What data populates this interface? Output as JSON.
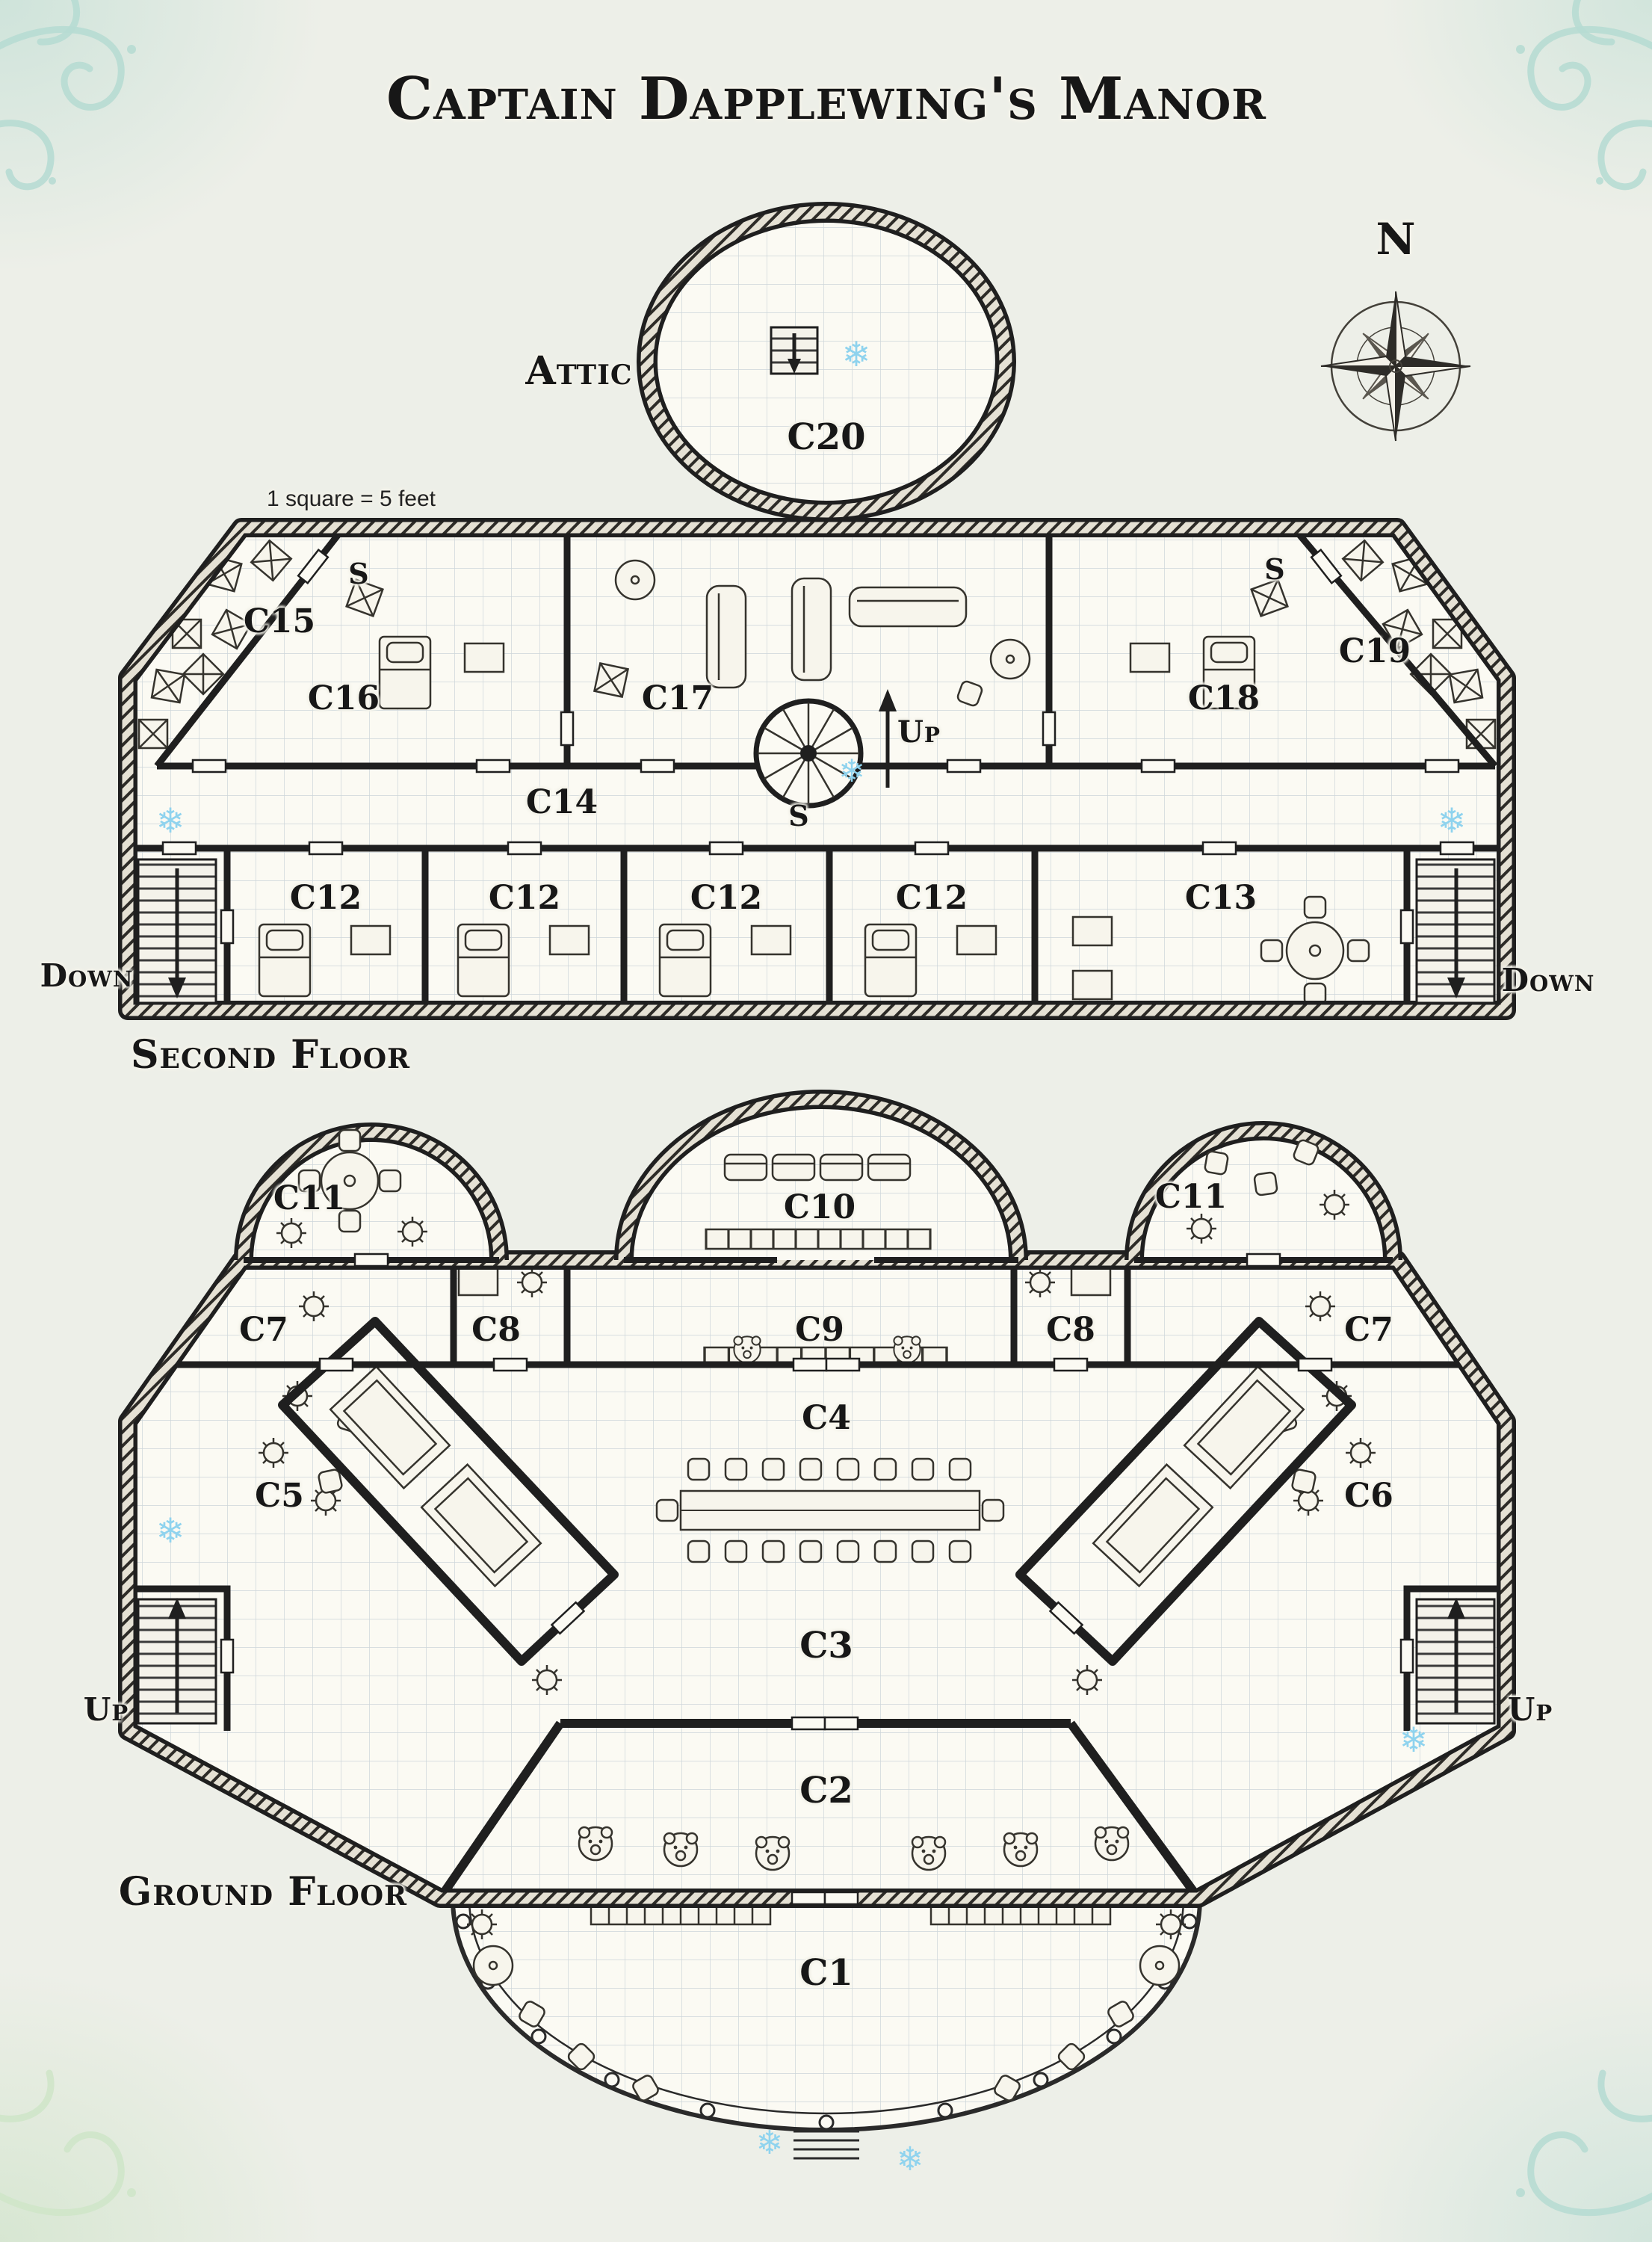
{
  "title": "Captain Dapplewing's Manor",
  "scale_note": "1 square = 5 feet",
  "compass": {
    "north": "N"
  },
  "floors": {
    "attic": "Attic",
    "second": "Second Floor",
    "ground": "Ground Floor"
  },
  "stairs": {
    "up": "Up",
    "down": "Down"
  },
  "secret_door": "S",
  "rooms": {
    "c1": "C1",
    "c2": "C2",
    "c3": "C3",
    "c4": "C4",
    "c5": "C5",
    "c6": "C6",
    "c7": "C7",
    "c8": "C8",
    "c9": "C9",
    "c10": "C10",
    "c11": "C11",
    "c12": "C12",
    "c13": "C13",
    "c14": "C14",
    "c15": "C15",
    "c16": "C16",
    "c17": "C17",
    "c18": "C18",
    "c19": "C19",
    "c20": "C20"
  },
  "icons": {
    "snowflake": "❄"
  },
  "colors": {
    "ink": "#1f1f1f",
    "paper": "#edefe8",
    "room_fill": "#fbfaf3",
    "grid": "#ccd5d9",
    "frost": "#8fd3ee",
    "flourish_teal": "#b7dcd3",
    "flourish_green": "#cfe5c9"
  }
}
